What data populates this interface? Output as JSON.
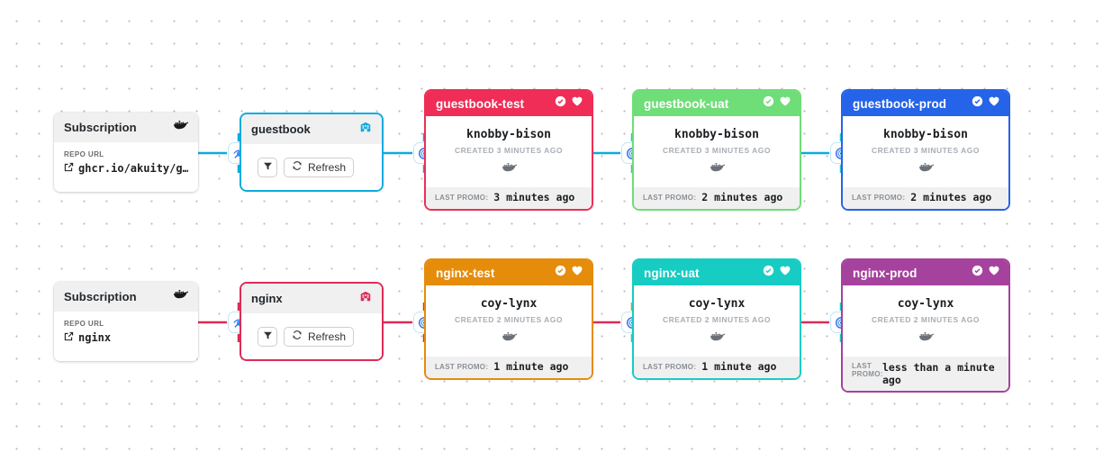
{
  "app": {
    "canvas_label": "kargo-pipeline-canvas"
  },
  "colors": {
    "guestbook_test": "#ef2d56",
    "guestbook_uat": "#6fdd78",
    "guestbook_prod": "#2563e8",
    "nginx_test": "#e58c0b",
    "nginx_uat": "#16ccc3",
    "nginx_prod": "#a5429d",
    "warehouse_guestbook": "#0dabdd",
    "warehouse_nginx": "#dc2c57",
    "edge_guestbook": "#0dabdd",
    "edge_nginx": "#dc2c57"
  },
  "rows": [
    {
      "id": "guestbook",
      "subscription": {
        "title": "Subscription",
        "icon": "docker-icon",
        "repo_url_label": "REPO URL",
        "repo_url": "ghcr.io/akuity/g…",
        "link_icon": "external-link-icon"
      },
      "hidden_icon": "eye-slash-icon",
      "warehouse": {
        "title": "guestbook",
        "icon": "warehouse-icon",
        "filter_label": "",
        "filter_icon": "filter-icon",
        "refresh_label": "Refresh",
        "refresh_icon": "refresh-icon"
      },
      "stages": [
        {
          "name": "guestbook-test",
          "freight": "knobby-bison",
          "created": "CREATED 3 MINUTES AGO",
          "freight_icon": "docker-icon",
          "promo_label": "LAST PROMO:",
          "promo_value": "3 minutes ago",
          "health_icon": "check-circle-icon",
          "favorite_icon": "heart-icon",
          "target_icon": "target-icon"
        },
        {
          "name": "guestbook-uat",
          "freight": "knobby-bison",
          "created": "CREATED 3 MINUTES AGO",
          "freight_icon": "docker-icon",
          "promo_label": "LAST PROMO:",
          "promo_value": "2 minutes ago",
          "health_icon": "check-circle-icon",
          "favorite_icon": "heart-icon",
          "target_icon": "target-icon"
        },
        {
          "name": "guestbook-prod",
          "freight": "knobby-bison",
          "created": "CREATED 3 MINUTES AGO",
          "freight_icon": "docker-icon",
          "promo_label": "LAST PROMO:",
          "promo_value": "2 minutes ago",
          "health_icon": "check-circle-icon",
          "favorite_icon": "heart-icon",
          "target_icon": "target-icon"
        }
      ]
    },
    {
      "id": "nginx",
      "subscription": {
        "title": "Subscription",
        "icon": "docker-icon",
        "repo_url_label": "REPO URL",
        "repo_url": "nginx",
        "link_icon": "external-link-icon"
      },
      "hidden_icon": "eye-slash-icon",
      "warehouse": {
        "title": "nginx",
        "icon": "warehouse-icon",
        "filter_label": "",
        "filter_icon": "filter-icon",
        "refresh_label": "Refresh",
        "refresh_icon": "refresh-icon"
      },
      "stages": [
        {
          "name": "nginx-test",
          "freight": "coy-lynx",
          "created": "CREATED 2 MINUTES AGO",
          "freight_icon": "docker-icon",
          "promo_label": "LAST PROMO:",
          "promo_value": "1 minute ago",
          "health_icon": "check-circle-icon",
          "favorite_icon": "heart-icon",
          "target_icon": "target-icon"
        },
        {
          "name": "nginx-uat",
          "freight": "coy-lynx",
          "created": "CREATED 2 MINUTES AGO",
          "freight_icon": "docker-icon",
          "promo_label": "LAST PROMO:",
          "promo_value": "1 minute ago",
          "health_icon": "check-circle-icon",
          "favorite_icon": "heart-icon",
          "target_icon": "target-icon"
        },
        {
          "name": "nginx-prod",
          "freight": "coy-lynx",
          "created": "CREATED 2 MINUTES AGO",
          "freight_icon": "docker-icon",
          "promo_label_line1": "LAST",
          "promo_label_line2": "PROMO:",
          "promo_value": "less than a minute ago",
          "health_icon": "check-circle-icon",
          "favorite_icon": "heart-icon",
          "target_icon": "target-icon"
        }
      ]
    }
  ]
}
